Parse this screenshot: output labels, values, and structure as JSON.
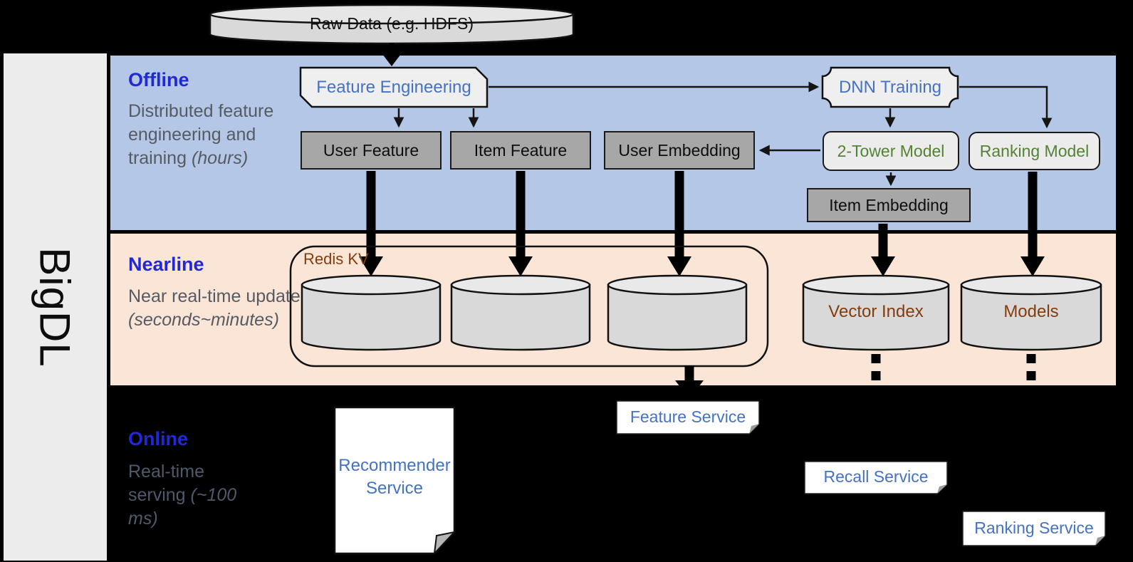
{
  "sidebar": {
    "brand": "BigDL"
  },
  "source": {
    "label": "Raw Data (e.g. HDFS)"
  },
  "bands": {
    "offline": {
      "title": "Offline",
      "desc": "Distributed feature engineering and training ",
      "desc_italic": "(hours)"
    },
    "nearline": {
      "title": "Nearline",
      "desc": "Near real-time update ",
      "desc_italic": "(seconds~minutes)"
    },
    "online": {
      "title": "Online",
      "desc": "Real-time serving ",
      "desc_italic": "(~100 ms)"
    }
  },
  "offline": {
    "feature_engineering": "Feature Engineering",
    "dnn_training": "DNN Training",
    "user_feature": "User Feature",
    "item_feature": "Item Feature",
    "user_embedding": "User Embedding",
    "two_tower_model": "2-Tower Model",
    "ranking_model": "Ranking Model",
    "item_embedding": "Item Embedding"
  },
  "nearline": {
    "redis_kv": "Redis KV",
    "vector_index": "Vector Index",
    "models": "Models"
  },
  "online": {
    "recommender_service": "Recommender Service",
    "feature_service": "Feature Service",
    "recall_service": "Recall Service",
    "ranking_service": "Ranking Service"
  },
  "colors": {
    "offline_band": "#b4c7e7",
    "nearline_band": "#fbe5d6",
    "band_title_blue": "#2128d5",
    "box_text_blue": "#4472c4",
    "model_text_green": "#548235",
    "storage_text_brown": "#843c0c",
    "dark_box_fill": "#a7a7a7",
    "light_box_fill": "#ececec",
    "cylinder_fill": "#d9d9d9"
  }
}
